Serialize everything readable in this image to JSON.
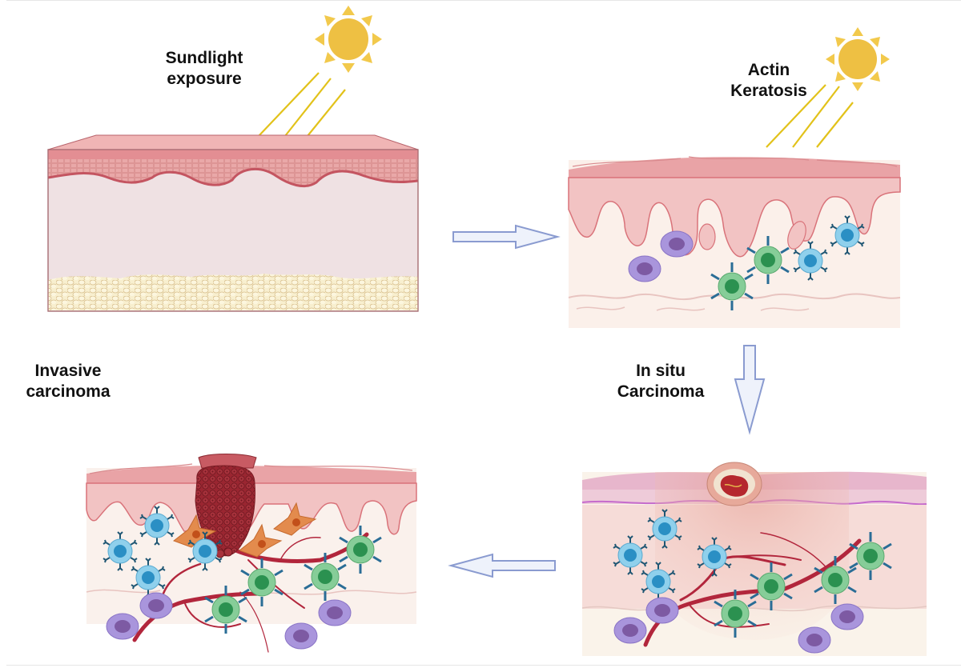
{
  "title": "Progression of skin carcinoma from sunlight exposure",
  "stages": [
    {
      "id": "sunlight",
      "line1": "Sundlight",
      "line2": "exposure"
    },
    {
      "id": "actinic",
      "line1": "Actin",
      "line2": "Keratosis"
    },
    {
      "id": "insitu",
      "line1": "In situ",
      "line2": "Carcinoma"
    },
    {
      "id": "invasive",
      "line1": "Invasive",
      "line2": "carcinoma"
    }
  ],
  "flow": [
    "Sundlight exposure",
    "Actin Keratosis",
    "In situ Carcinoma",
    "Invasive carcinoma"
  ],
  "icons": {
    "sun": "sun-icon",
    "arrow_right": "arrow-right-icon",
    "arrow_down": "arrow-down-icon",
    "arrow_left": "arrow-left-icon"
  },
  "colors": {
    "sun": "#eec043",
    "sun_rays": "#e2c21a",
    "epidermis": "#f2c3c3",
    "epidermis_edge": "#d9737a",
    "dermis": "#f2e2e2",
    "fat": "#f8efcf",
    "t_cell": "#79c58f",
    "b_cell": "#7fc6e6",
    "nk_cell": "#a690d6",
    "fibroblast": "#e38b4d",
    "vessel": "#b2263c",
    "tumor": "#9a2631",
    "arrow_fill": "#eef2fb",
    "arrow_stroke": "#8a9bd0"
  }
}
